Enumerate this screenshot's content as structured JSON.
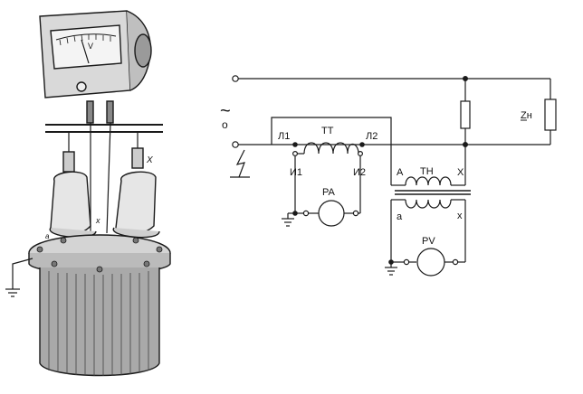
{
  "illustration": {
    "meter": {
      "scale_label": "V"
    },
    "bushing_labels": {
      "a": "a",
      "x_small": "x",
      "left_mark": "a",
      "right_mark": "x",
      "big_x": "X"
    }
  },
  "schematic": {
    "supply": {
      "ac_symbol": "~",
      "terminal_symbol": "o"
    },
    "current_transformer": {
      "name": "ТТ",
      "primary_start": "Л1",
      "primary_end": "Л2",
      "secondary_start": "И1",
      "secondary_end": "И2",
      "ammeter": "PA"
    },
    "voltage_transformer": {
      "name": "ТН",
      "primary_start": "А",
      "primary_end": "Х",
      "secondary_start": "а",
      "secondary_end": "х",
      "voltmeter": "PV"
    },
    "load": {
      "label": "Zн"
    }
  },
  "colors": {
    "line": "#1a1a1a",
    "background": "#ffffff"
  }
}
